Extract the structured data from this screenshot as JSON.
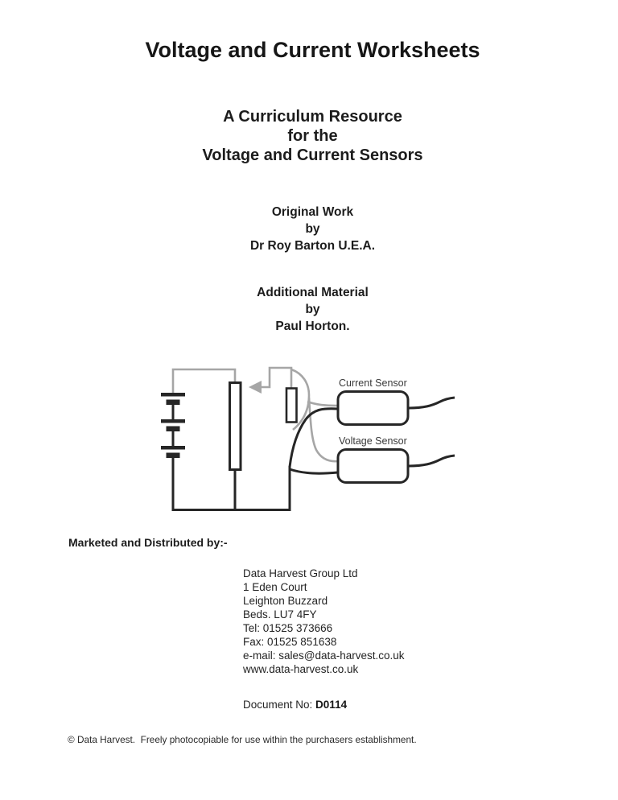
{
  "doc": {
    "title": "Voltage and Current Worksheets",
    "subtitle_lines": [
      "A Curriculum Resource",
      "for the",
      "Voltage and Current Sensors"
    ],
    "original_work_lines": [
      "Original Work",
      "by",
      "Dr Roy Barton U.E.A."
    ],
    "additional_material_lines": [
      "Additional Material",
      "by",
      "Paul Horton."
    ],
    "marketed_by_label": "Marketed and Distributed by:-",
    "address_lines": [
      "Data Harvest Group Ltd",
      "1 Eden Court",
      "Leighton Buzzard",
      "Beds. LU7 4FY",
      "Tel: 01525 373666",
      "Fax: 01525 851638",
      "e-mail: sales@data-harvest.co.uk",
      "www.data-harvest.co.uk"
    ],
    "document_no_label": "Document No: ",
    "document_no_value": "D0114",
    "footer_text": "© Data Harvest.  Freely photocopiable for use within the purchasers establishment."
  },
  "diagram": {
    "current_sensor_label": "Current Sensor",
    "voltage_sensor_label": "Voltage Sensor",
    "wire_black": "#262626",
    "wire_gray": "#a6a6a6"
  }
}
